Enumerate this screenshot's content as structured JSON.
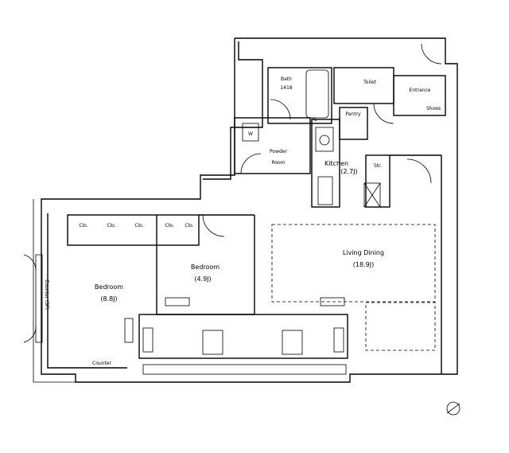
{
  "rooms": {
    "bath": {
      "name": "Bath",
      "size": "1418"
    },
    "toilet": "Toilet",
    "entrance": "Entrance",
    "shoes": "Shoes",
    "ps": "PS",
    "pantry": "Pantry",
    "powder": {
      "line1": "Powder",
      "line2": "Room"
    },
    "wm": "W",
    "kitchen": {
      "name": "Kitchen",
      "size": "(2.7J)"
    },
    "storage": "Str.",
    "closets": [
      "Clo.",
      "Clo.",
      "Clo.",
      "Clo.",
      "Clo."
    ],
    "bedroom1": {
      "name": "Bedroom",
      "size": "(8.8J)"
    },
    "bedroom2": {
      "name": "Bedroom",
      "size": "(4.9J)"
    },
    "living": {
      "name": "Living Dining",
      "size": "(18.9J)"
    },
    "counter": "Counter",
    "counter_side": "Counter (SF)"
  },
  "north_icon": "compass-north-icon"
}
